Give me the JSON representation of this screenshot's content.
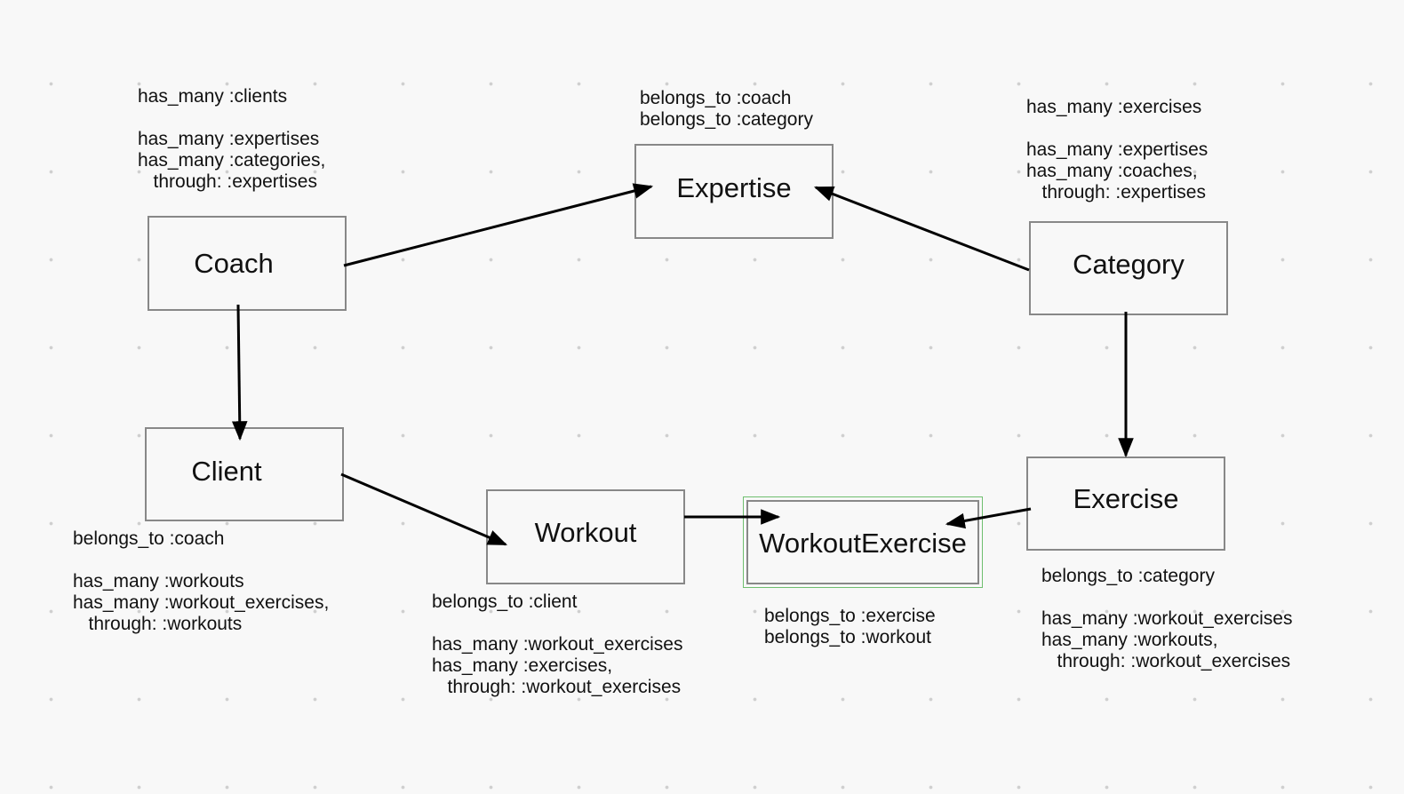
{
  "entities": {
    "coach": "Coach",
    "expertise": "Expertise",
    "category": "Category",
    "client": "Client",
    "workout": "Workout",
    "workout_exercise": "WorkoutExercise",
    "exercise": "Exercise"
  },
  "notes": {
    "coach": "has_many :clients\n\nhas_many :expertises\nhas_many :categories,\n   through: :expertises",
    "expertise": "belongs_to :coach\nbelongs_to :category",
    "category": "has_many :exercises\n\nhas_many :expertises\nhas_many :coaches,\n   through: :expertises",
    "client": "belongs_to :coach\n\nhas_many :workouts\nhas_many :workout_exercises,\n   through: :workouts",
    "workout": "belongs_to :client\n\nhas_many :workout_exercises\nhas_many :exercises,\n   through: :workout_exercises",
    "workout_exercise": "belongs_to :exercise\nbelongs_to :workout",
    "exercise": "belongs_to :category\n\nhas_many :workout_exercises\nhas_many :workouts,\n   through: :workout_exercises"
  },
  "colors": {
    "box_border": "#888888",
    "arrow": "#000000",
    "selection": "#6fbf6f"
  }
}
